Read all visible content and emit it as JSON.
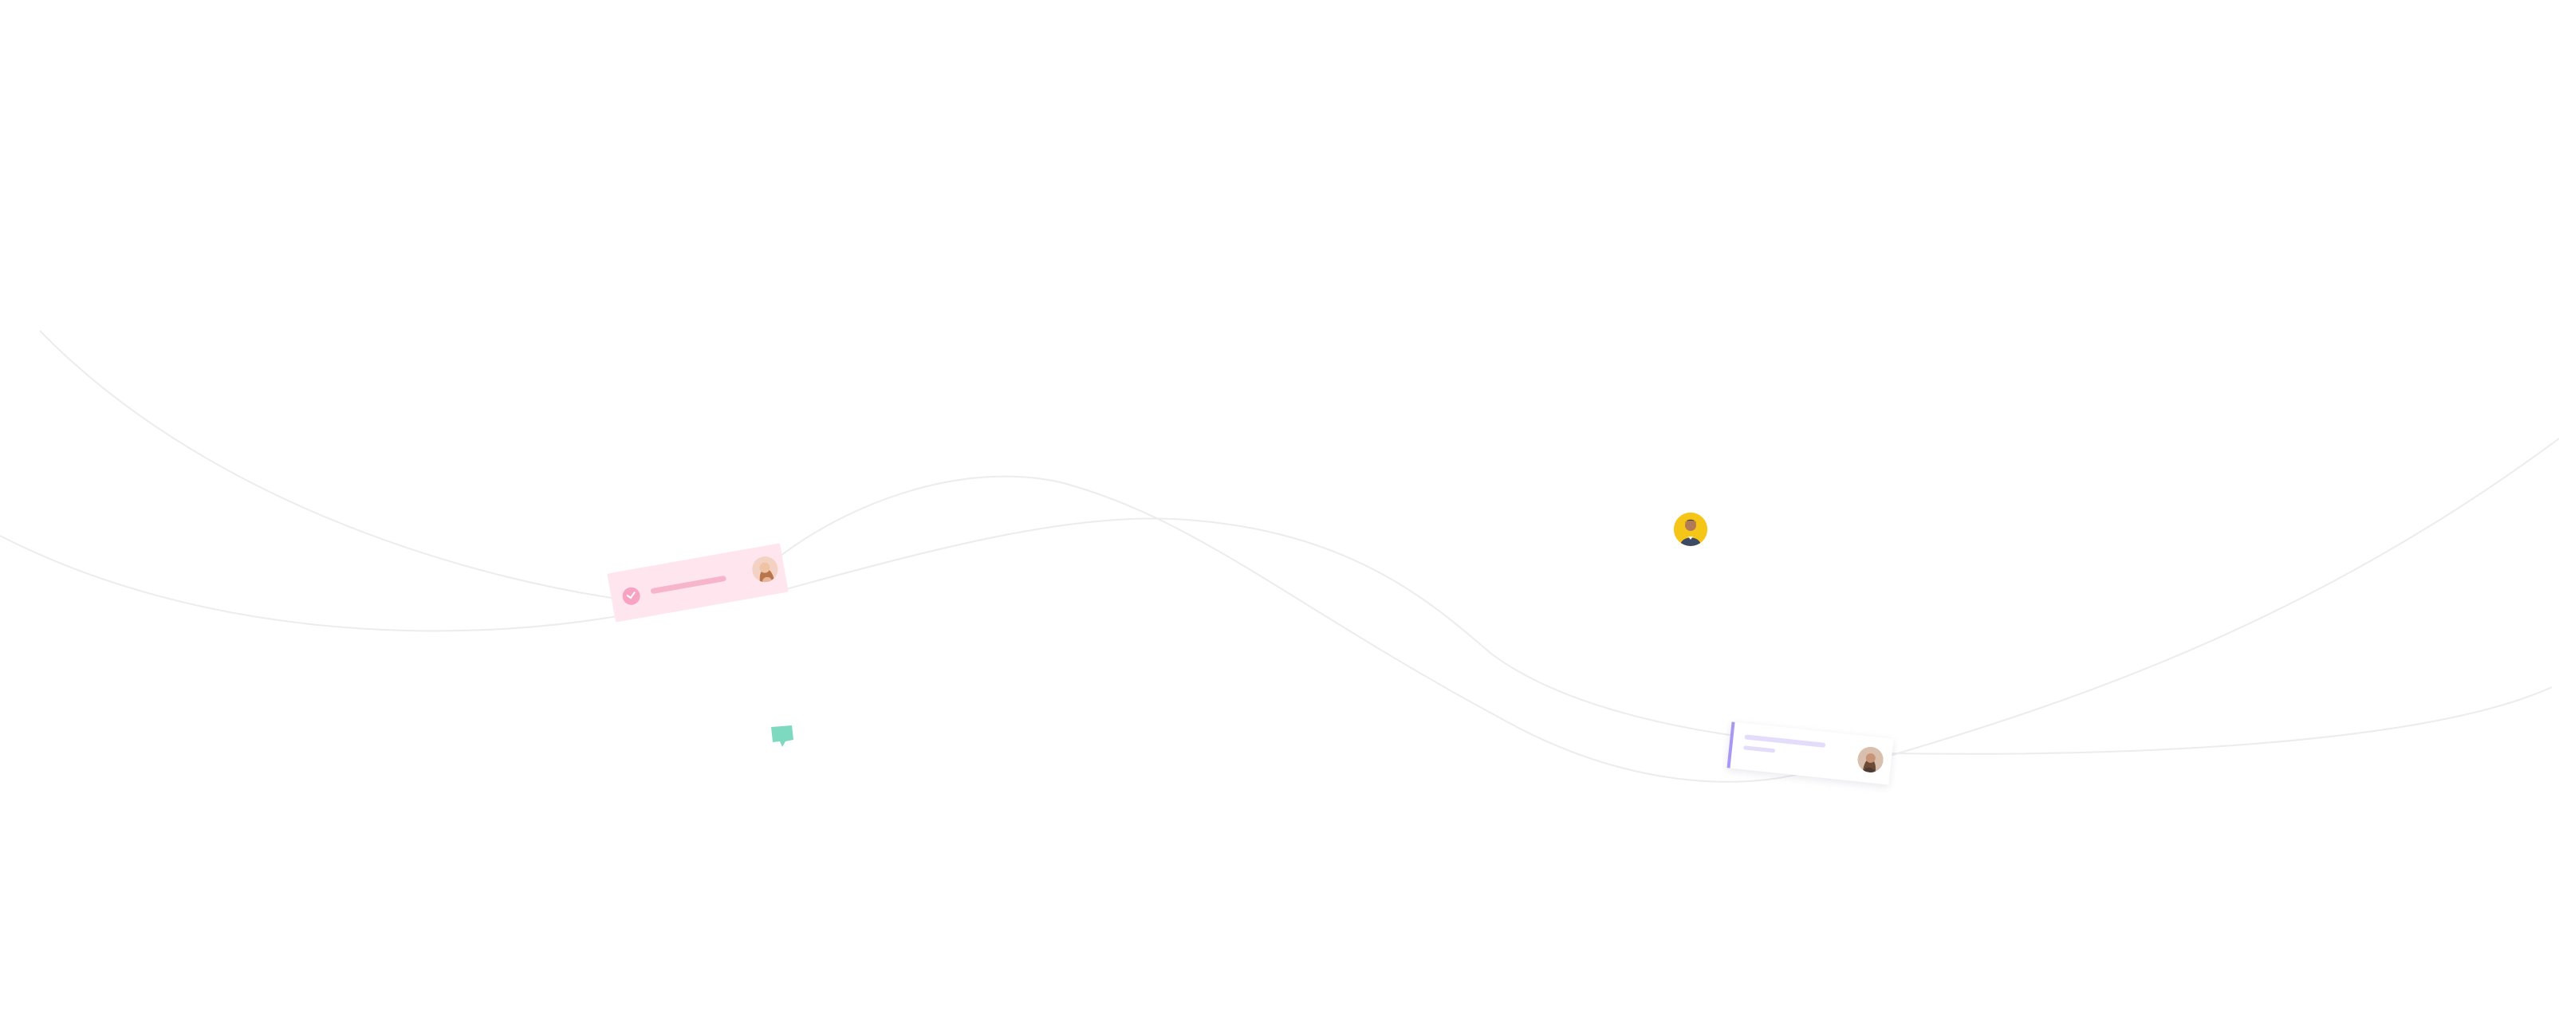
{
  "scene": {
    "background": "#ffffff",
    "line_color": "#ededf0"
  },
  "task_card_pink": {
    "fill": "#ffe6ee",
    "check_icon": "check-circle-icon",
    "accent": "#f7a3c1",
    "avatar": "person-avatar"
  },
  "task_card_white": {
    "fill": "#ffffff",
    "accent": "#a997f4",
    "placeholder": "#e4dcfb",
    "avatar": "person-avatar"
  },
  "floating_avatar": {
    "ring": "#f5c518",
    "avatar": "person-avatar"
  },
  "chat_bubble": {
    "icon": "chat-bubble-icon",
    "fill": "#7dd9c0"
  }
}
